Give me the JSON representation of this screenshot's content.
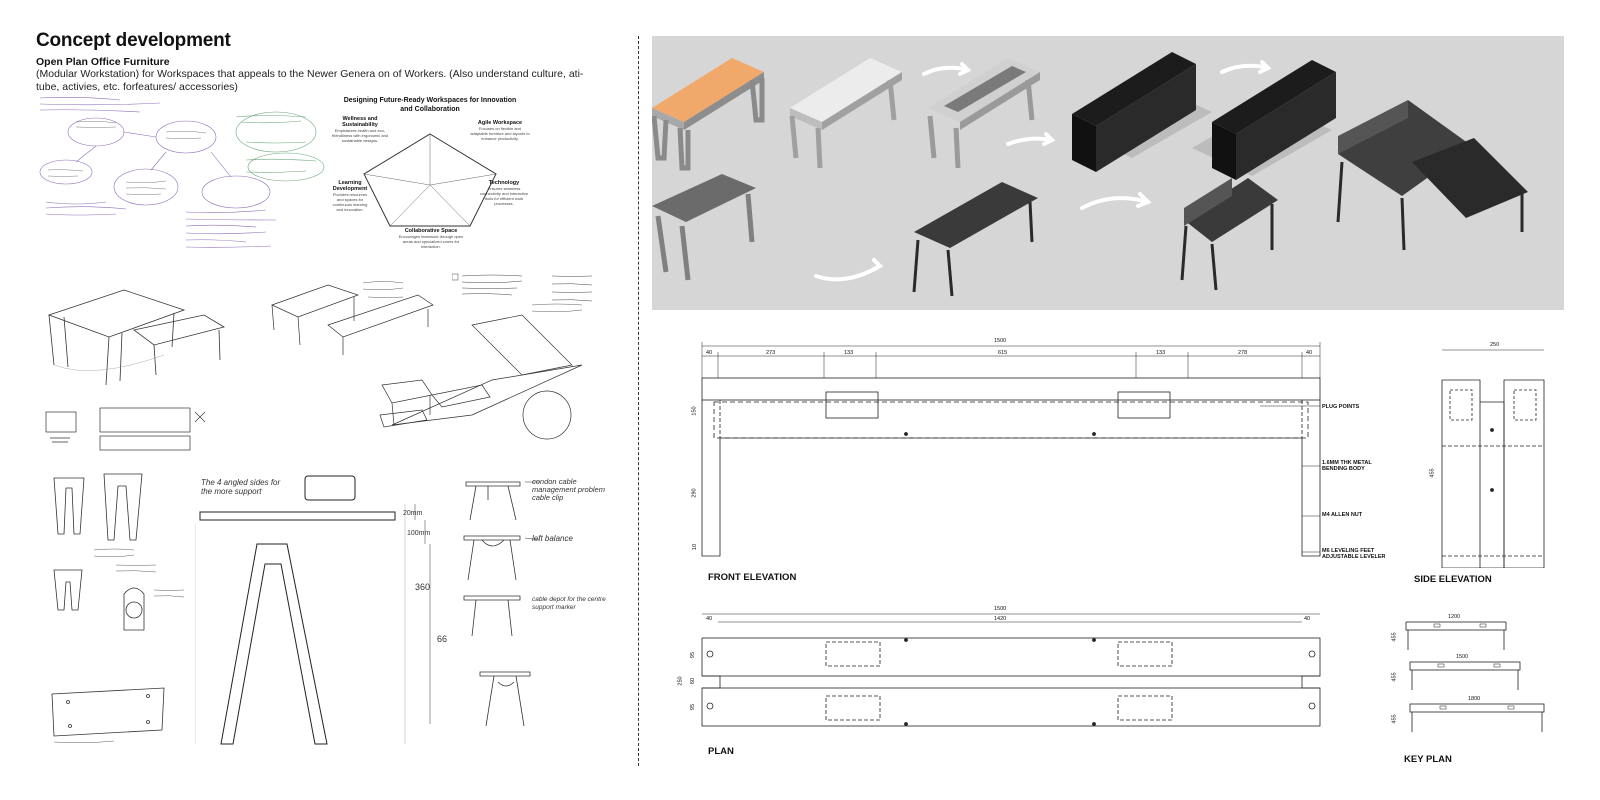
{
  "header": {
    "title": "Concept development",
    "subtitle": "Open Plan Office Furniture",
    "description": "(Modular Workstation) for Workspaces that appeals to the Newer Genera on of Workers. (Also understand culture, ati-tube, activies, etc. forfeatures/ accessories)"
  },
  "mindmap": {
    "title": "Designing Future-Ready Workspaces for Innovation and Collaboration",
    "nodes": [
      {
        "heading": "Wellness and Sustainability",
        "text": "Emphasizes health and eco-friendliness with ergonomic and sustainable designs."
      },
      {
        "heading": "Agile Workspace",
        "text": "Focuses on flexible and adaptable furniture and layouts to enhance productivity."
      },
      {
        "heading": "Technology",
        "text": "Ensures seamless connectivity and interactive tools for efficient work processes."
      },
      {
        "heading": "Collaborative Space",
        "text": "Encourages teamwork through open areas and specialized zones for interaction."
      },
      {
        "heading": "Learning Development",
        "text": "Provides resources and spaces for continuous learning and innovation."
      }
    ]
  },
  "sketch_notes": {
    "notes_a": "The 4 angled sides for the more support",
    "notes_b": "20mm",
    "notes_c": "100mm",
    "notes_d": "360",
    "notes_e": "66",
    "notes_f": "condon cable management problem cable clip",
    "notes_g": "left balance",
    "notes_h": "cable depot for the centre support marker"
  },
  "front_elevation": {
    "label": "FRONT ELEVATION",
    "overall": "1500",
    "segments": [
      "40",
      "273",
      "133",
      "615",
      "133",
      "278",
      "40"
    ],
    "left_dims": [
      "150",
      "290",
      "10"
    ],
    "callouts": [
      "PLUG POINTS",
      "1.6MM THK METAL BENDING BODY",
      "M4 ALLEN NUT",
      "M6 LEVELING FEET ADJUSTABLE LEVELER"
    ]
  },
  "side_elevation": {
    "label": "SIDE ELEVATION",
    "width": "250",
    "height": "455"
  },
  "plan": {
    "label": "PLAN",
    "overall": "1500",
    "inner": "1420",
    "edge_left": "40",
    "edge_right": "40",
    "left_dims": [
      "95",
      "60",
      "95"
    ],
    "total_depth": "250"
  },
  "key_plan": {
    "label": "KEY PLAN",
    "items": [
      {
        "width": "1200",
        "height": "455"
      },
      {
        "width": "1500",
        "height": "455"
      },
      {
        "width": "1800",
        "height": "455"
      }
    ]
  },
  "colors": {
    "panel_bg": "#d6d6d6",
    "wood_top": "#f0a86b",
    "dark_desk": "#2f2f2f",
    "grey_desk": "#6b6b6b",
    "sketch_purple": "#6a3fa0",
    "sketch_green": "#3c8a50"
  }
}
